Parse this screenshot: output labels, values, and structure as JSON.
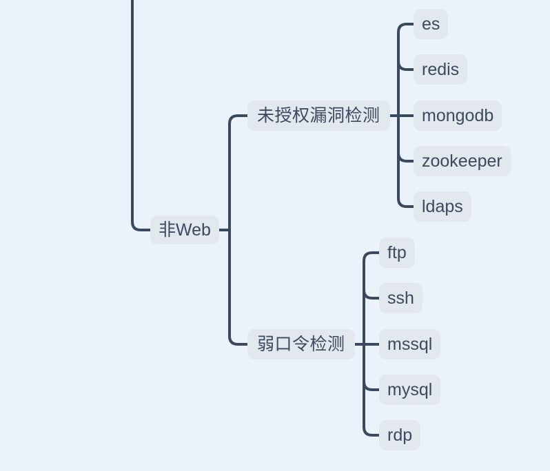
{
  "diagram": {
    "type": "mindmap",
    "orientation": "left-to-right",
    "background_color": "#ecf2f9",
    "node_fill_color": "#e3e8ef",
    "node_text_color": "#3b4a5e",
    "connector_color": "#3a4a5e",
    "root": {
      "label": "非Web",
      "children": [
        {
          "label": "未授权漏洞检测",
          "children": [
            {
              "label": "es"
            },
            {
              "label": "redis"
            },
            {
              "label": "mongodb"
            },
            {
              "label": "zookeeper"
            },
            {
              "label": "ldaps"
            }
          ]
        },
        {
          "label": "弱口令检测",
          "children": [
            {
              "label": "ftp"
            },
            {
              "label": "ssh"
            },
            {
              "label": "mssql"
            },
            {
              "label": "mysql"
            },
            {
              "label": "rdp"
            }
          ]
        }
      ]
    }
  },
  "nodes": {
    "root": {
      "label": "非Web"
    },
    "branch_unauthorized": {
      "label": "未授权漏洞检测"
    },
    "branch_weakpassword": {
      "label": "弱口令检测"
    },
    "leaf_es": {
      "label": "es"
    },
    "leaf_redis": {
      "label": "redis"
    },
    "leaf_mongodb": {
      "label": "mongodb"
    },
    "leaf_zookeeper": {
      "label": "zookeeper"
    },
    "leaf_ldaps": {
      "label": "ldaps"
    },
    "leaf_ftp": {
      "label": "ftp"
    },
    "leaf_ssh": {
      "label": "ssh"
    },
    "leaf_mssql": {
      "label": "mssql"
    },
    "leaf_mysql": {
      "label": "mysql"
    },
    "leaf_rdp": {
      "label": "rdp"
    }
  }
}
